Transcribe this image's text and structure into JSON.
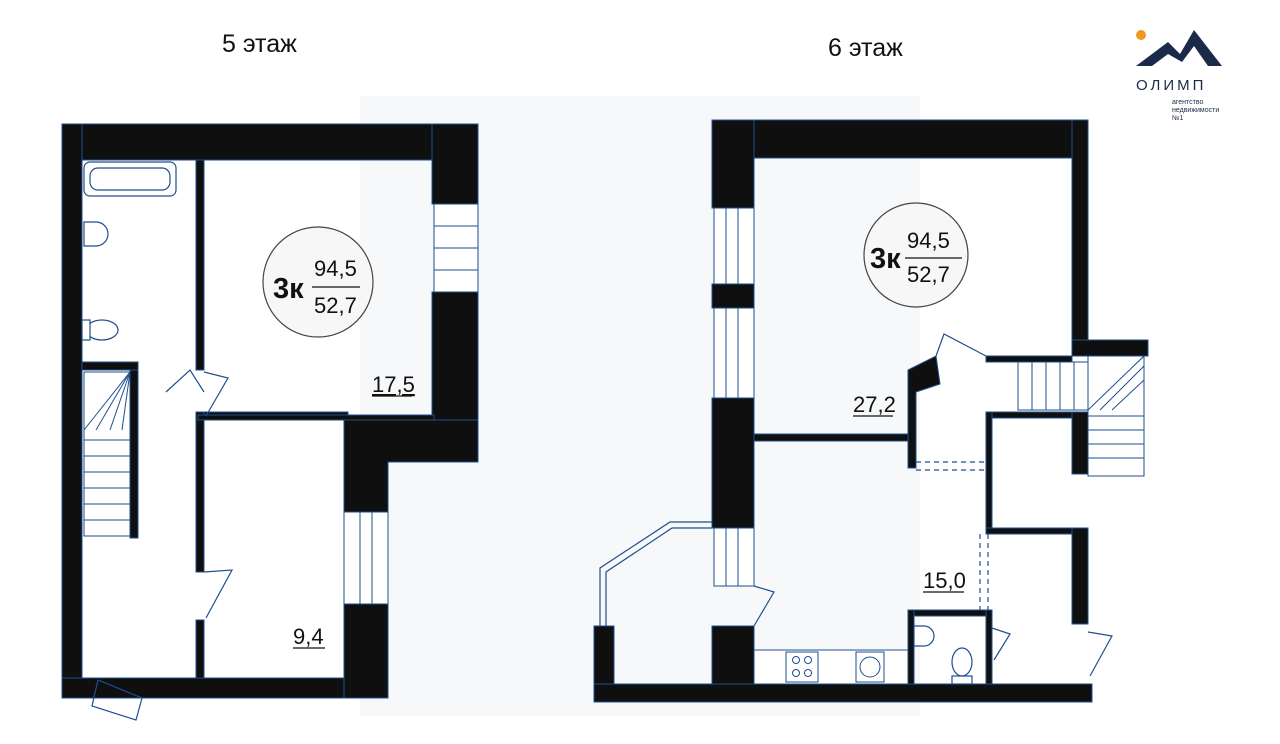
{
  "floors": [
    {
      "label": "5 этаж"
    },
    {
      "label": "6 этаж"
    }
  ],
  "apartment": {
    "rooms": "3к",
    "total_area": "94,5",
    "living_area": "52,7"
  },
  "rooms_floor5": [
    "17,5",
    "9,4"
  ],
  "rooms_floor6": [
    "27,2",
    "15,0"
  ],
  "logo": {
    "name": "ОЛИМП",
    "tagline_1": "агентство",
    "tagline_2": "недвижимости",
    "tagline_3": "№1"
  },
  "colors": {
    "wall": "#0f0f0f",
    "outline": "#1e4f8f",
    "accent_orange": "#f29a1f",
    "logo_blue": "#1b2a49",
    "badge_fill": "#f7f7f7"
  }
}
